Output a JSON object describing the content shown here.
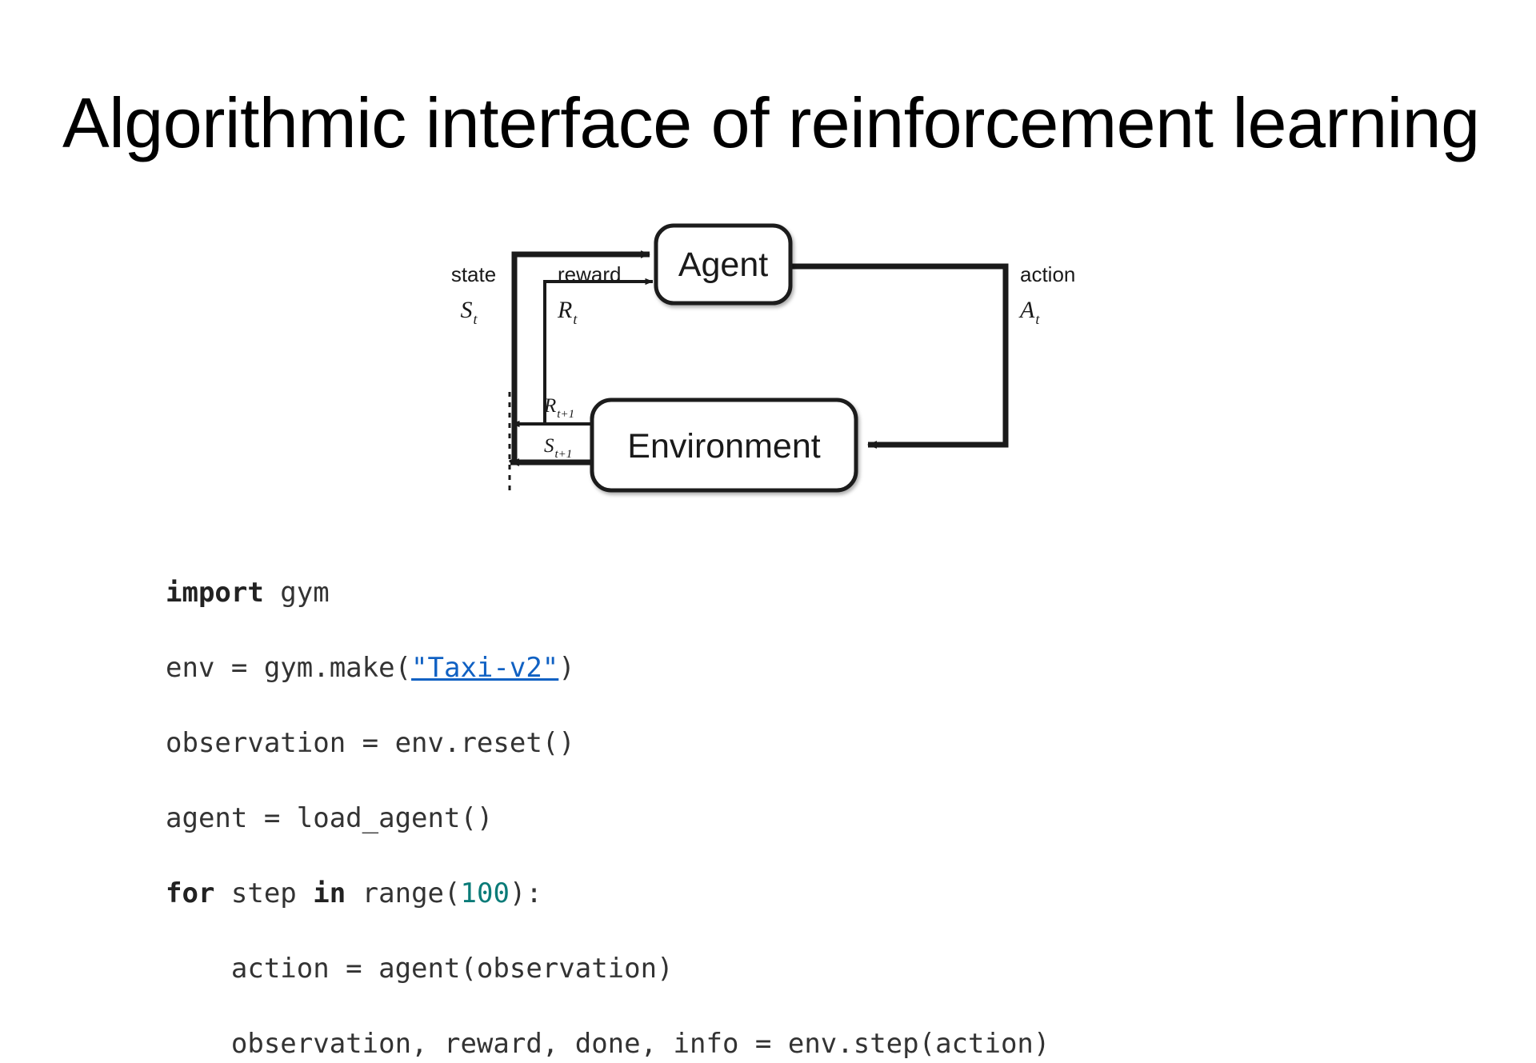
{
  "slide": {
    "title": "Algorithmic interface of reinforcement learning",
    "background_color": "#ffffff",
    "text_color": "#000000"
  },
  "diagram": {
    "name": "reinforcement-learning-agent-environment-loop",
    "nodes": [
      {
        "id": "agent",
        "label": "Agent"
      },
      {
        "id": "environment",
        "label": "Environment"
      }
    ],
    "edges": [
      {
        "id": "state",
        "word": "state",
        "symbol": "S",
        "subscript": "t",
        "from": "environment",
        "to": "agent"
      },
      {
        "id": "reward",
        "word": "reward",
        "symbol": "R",
        "subscript": "t",
        "from": "environment",
        "to": "agent"
      },
      {
        "id": "action",
        "word": "action",
        "symbol": "A",
        "subscript": "t",
        "from": "agent",
        "to": "environment"
      },
      {
        "id": "reward-next",
        "word": "",
        "symbol": "R",
        "subscript": "t+1",
        "from": "environment",
        "to": "agent"
      },
      {
        "id": "state-next",
        "word": "",
        "symbol": "S",
        "subscript": "t+1",
        "from": "environment",
        "to": "agent"
      }
    ],
    "stroke_color": "#1a1a1a",
    "node_fill": "#ffffff"
  },
  "code": {
    "language": "python",
    "keyword_color": "#222222",
    "number_color": "#0a7b78",
    "link_color": "#1061c3",
    "text_color": "#333333",
    "lines": [
      {
        "id": "line-1",
        "tokens": [
          {
            "t": "import",
            "k": "kw"
          },
          {
            "t": " gym",
            "k": "txt"
          }
        ]
      },
      {
        "id": "line-2",
        "tokens": [
          {
            "t": "env = gym.make(",
            "k": "txt"
          },
          {
            "t": "\"Taxi-v2\"",
            "k": "lnk"
          },
          {
            "t": ")",
            "k": "txt"
          }
        ]
      },
      {
        "id": "line-3",
        "tokens": [
          {
            "t": "observation = env.reset()",
            "k": "txt"
          }
        ]
      },
      {
        "id": "line-4",
        "tokens": [
          {
            "t": "agent = load_agent()",
            "k": "txt"
          }
        ]
      },
      {
        "id": "line-5",
        "tokens": [
          {
            "t": "for",
            "k": "kw"
          },
          {
            "t": " step ",
            "k": "txt"
          },
          {
            "t": "in",
            "k": "kw"
          },
          {
            "t": " range(",
            "k": "txt"
          },
          {
            "t": "100",
            "k": "num"
          },
          {
            "t": "):",
            "k": "txt"
          }
        ]
      },
      {
        "id": "line-6",
        "tokens": [
          {
            "t": "    action = agent(observation)",
            "k": "txt"
          }
        ]
      },
      {
        "id": "line-7",
        "tokens": [
          {
            "t": "    observation, reward, done, info = env.step(action)",
            "k": "txt"
          }
        ]
      }
    ]
  }
}
